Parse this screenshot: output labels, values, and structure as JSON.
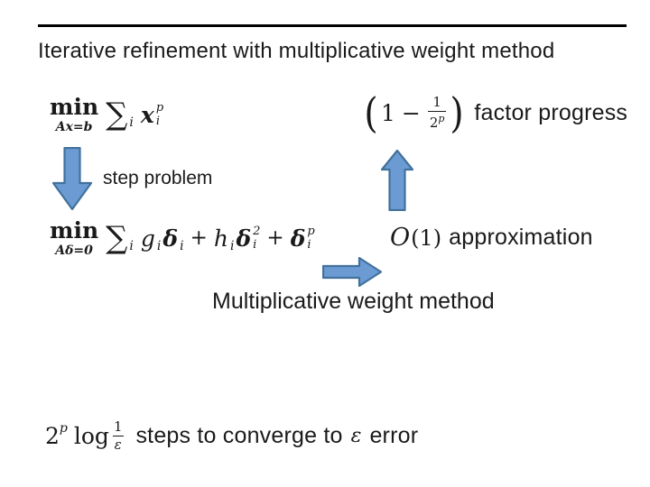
{
  "colors": {
    "arrow_fill": "#6b9bd2",
    "arrow_stroke": "#41719c",
    "text": "#1a1a1a",
    "rule": "#000000"
  },
  "title": "Iterative refinement with multiplicative weight method",
  "primal_formula": {
    "min": "min",
    "constraint": "Ax=b",
    "sum": "∑",
    "sum_sub": "i",
    "var": "x",
    "var_sup": "p",
    "var_sub": "i"
  },
  "progress_formula": {
    "open_paren": "(",
    "one": "1",
    "minus": "−",
    "frac_num": "1",
    "frac_den_base": "2",
    "frac_den_exp": "p",
    "close_paren": ")",
    "label": "factor progress"
  },
  "step_label": "step problem",
  "step_formula": {
    "min": "min",
    "constraint": "Aδ=0",
    "sum": "∑",
    "sum_sub": "i",
    "g": "g",
    "g_sub": "i",
    "delta1": "δ",
    "delta1_sub": "i",
    "plus1": "+",
    "h": "h",
    "h_sub": "i",
    "delta2": "δ",
    "delta2_sup": "2",
    "delta2_sub": "i",
    "plus2": "+",
    "delta3": "δ",
    "delta3_sup": "p",
    "delta3_sub": "i"
  },
  "approx_formula": {
    "big_o": "O",
    "arg": "(1)",
    "label": "approximation"
  },
  "mwm_label": "Multiplicative weight method",
  "converge_formula": {
    "base": "2",
    "exp": "p",
    "log": "log",
    "frac_num": "1",
    "frac_den": "ε",
    "mid_text": "steps to converge to",
    "epsilon": "ε",
    "end_text": "error"
  },
  "icons": {
    "down_arrow": "down-arrow",
    "up_arrow": "up-arrow",
    "right_arrow": "right-arrow"
  }
}
